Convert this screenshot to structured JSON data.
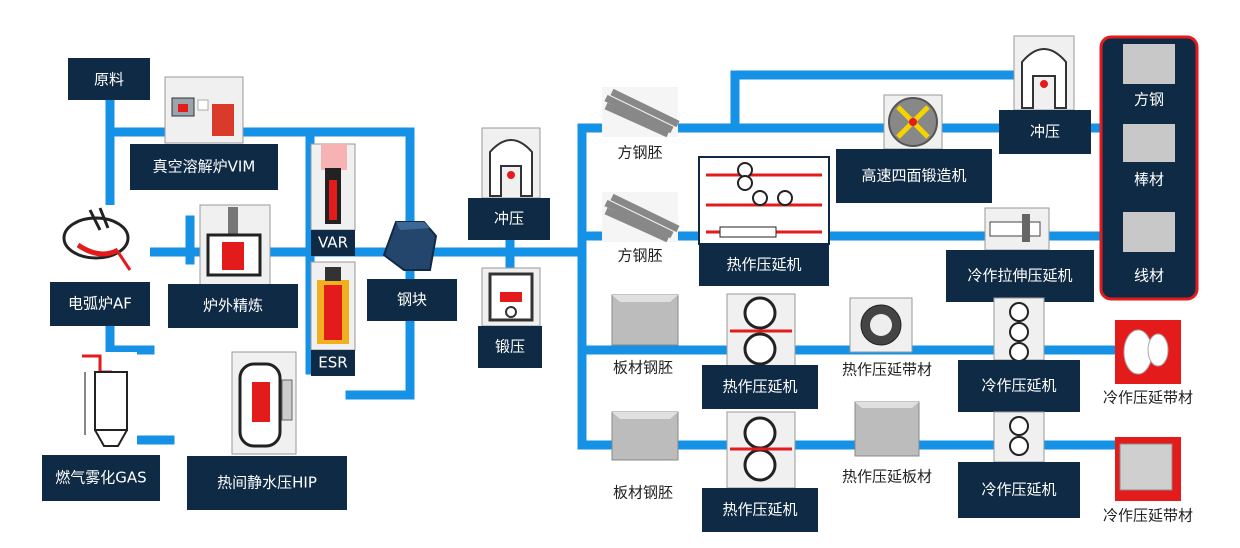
{
  "colors": {
    "pipe": "#1592e6",
    "box": "#0f2a44",
    "accent_red": "#e31b1b",
    "product_panel_border": "#e31b1b",
    "icon_bg": "#f0f0f0"
  },
  "nodes": {
    "raw": "原料",
    "vim": "真空溶解炉VIM",
    "var": "VAR",
    "esr": "ESR",
    "af": "电弧炉AF",
    "ladle": "炉外精炼",
    "ingot": "钢块",
    "gas": "燃气雾化GAS",
    "hip": "热间静水压HIP",
    "press1": "冲压",
    "forge": "锻压",
    "billet1": "方钢胚",
    "billet2": "方钢胚",
    "hot_roll_mill": "热作压延机",
    "hsf": "高速四面锻造机",
    "press2": "冲压",
    "cold_draw": "冷作拉伸压延机",
    "slab1": "板材钢胚",
    "hot_roll1": "热作压延机",
    "hot_strip": "热作压延带材",
    "cold_roll1": "冷作压延机",
    "cold_strip": "冷作压延带材",
    "slab2": "板材钢胚",
    "hot_roll2": "热作压延机",
    "hot_plate": "热作压延板材",
    "cold_roll2": "冷作压延机",
    "cold_plate": "冷作压延带材"
  },
  "products": {
    "square_steel": "方钢",
    "bar": "棒材",
    "wire": "线材"
  },
  "icons": {
    "vim": "vacuum-furnace-icon",
    "var": "var-furnace-icon",
    "esr": "esr-furnace-icon",
    "af": "arc-furnace-icon",
    "ladle": "ladle-refining-icon",
    "ingot": "ingot-icon",
    "gas": "gas-atomizer-icon",
    "hip": "hip-vessel-icon",
    "press": "press-icon",
    "forge": "forge-press-icon",
    "billet": "billet-icon",
    "slab": "slab-icon",
    "rolling": "rolling-mill-icon",
    "coil": "coil-icon",
    "plate": "plate-icon",
    "hsf": "four-hammer-forge-icon"
  }
}
